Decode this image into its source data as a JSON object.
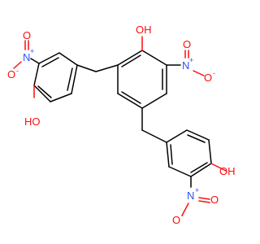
{
  "molecule": {
    "atoms": {
      "oh_top": "OH",
      "oh_left": "HO",
      "oh_right": "OH",
      "n_top": "N",
      "n_left": "N",
      "n_bottom": "N",
      "o_top_a": "O",
      "o_top_b": "O",
      "o_left_a": "O",
      "o_left_b": "O",
      "o_bot_a": "O",
      "o_bot_b": "O",
      "plus": "+",
      "minus": "-"
    },
    "colors": {
      "carbon_bond": "#000000",
      "oxygen": "#ff0d0d",
      "nitrogen": "#3050f8",
      "background": "#ffffff"
    }
  }
}
